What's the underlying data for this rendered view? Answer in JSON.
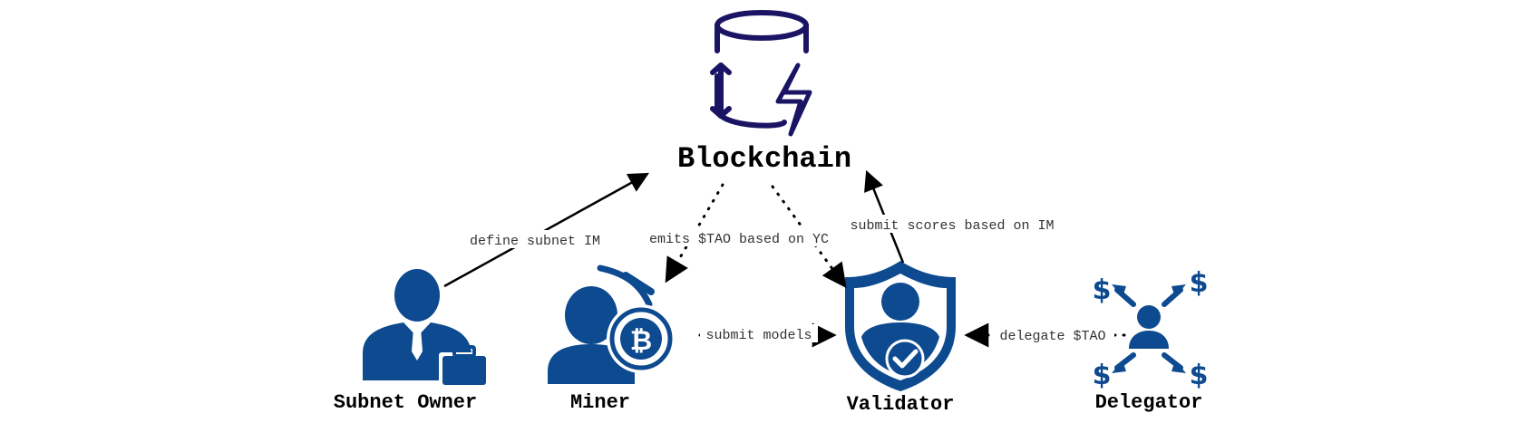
{
  "nodes": {
    "blockchain": {
      "label": "Blockchain",
      "icon": "database-lightning-icon",
      "color": "#1b1464"
    },
    "subnet_owner": {
      "label": "Subnet Owner",
      "icon": "businessman-briefcase-icon",
      "color": "#0d4a8f"
    },
    "miner": {
      "label": "Miner",
      "icon": "miner-pickaxe-bitcoin-icon",
      "color": "#0d4a8f"
    },
    "validator": {
      "label": "Validator",
      "icon": "shield-user-check-icon",
      "color": "#0d4a8f"
    },
    "delegator": {
      "label": "Delegator",
      "icon": "person-dollar-arrows-icon",
      "color": "#0d4a8f"
    }
  },
  "edges": {
    "define_subnet": {
      "label": "define subnet IM",
      "style": "solid"
    },
    "emits_tao": {
      "label": "emits $TAO based on YC",
      "style": "dotted"
    },
    "submit_scores": {
      "label": "submit scores based on IM",
      "style": "solid"
    },
    "submit_models": {
      "label": "submit models",
      "style": "dotted"
    },
    "delegate_tao": {
      "label": "delegate $TAO",
      "style": "dotted"
    }
  }
}
